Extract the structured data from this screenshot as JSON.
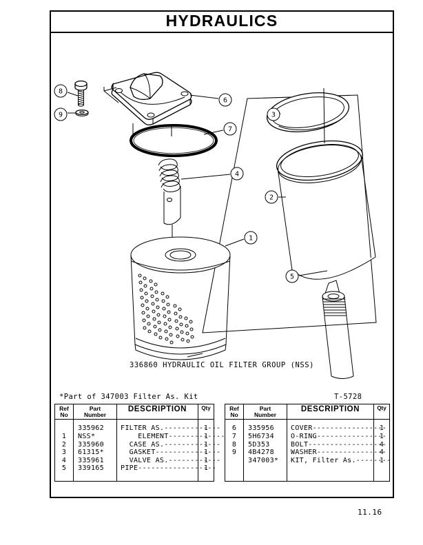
{
  "page": {
    "title": "HYDRAULICS",
    "page_number": "11.16",
    "drawing_number": "T-5728",
    "caption": "336860 HYDRAULIC OIL FILTER GROUP (NSS)",
    "footnote": "*Part of 347003 Filter As. Kit"
  },
  "diagram": {
    "callouts": [
      {
        "id": "1",
        "label": "1",
        "part": "filter-assembly"
      },
      {
        "id": "2",
        "label": "2",
        "part": "case-assembly"
      },
      {
        "id": "3",
        "label": "3",
        "part": "gasket"
      },
      {
        "id": "4",
        "label": "4",
        "part": "valve-assembly"
      },
      {
        "id": "5",
        "label": "5",
        "part": "pipe"
      },
      {
        "id": "6",
        "label": "6",
        "part": "cover"
      },
      {
        "id": "7",
        "label": "7",
        "part": "o-ring"
      },
      {
        "id": "8",
        "label": "8",
        "part": "bolt"
      },
      {
        "id": "9",
        "label": "9",
        "part": "washer"
      }
    ]
  },
  "table_left": {
    "headers": {
      "ref_line1": "Ref",
      "ref_line2": "No",
      "part_line1": "Part",
      "part_line2": "Number",
      "description": "DESCRIPTION",
      "qty": "Qty"
    },
    "rows": [
      {
        "ref": "",
        "part": "335962",
        "description": "FILTER AS.-------------",
        "qty": "1"
      },
      {
        "ref": "1",
        "part": "NSS*",
        "description": "    ELEMENT--------------",
        "qty": "1"
      },
      {
        "ref": "2",
        "part": "335960",
        "description": "  CASE AS.-------------",
        "qty": "1"
      },
      {
        "ref": "3",
        "part": "61315*",
        "description": "  GASKET---------------",
        "qty": "1"
      },
      {
        "ref": "4",
        "part": "335961",
        "description": "  VALVE AS.------------",
        "qty": "1"
      },
      {
        "ref": "5",
        "part": "339165",
        "description": "PIPE------------------",
        "qty": "1"
      }
    ]
  },
  "table_right": {
    "headers": {
      "ref_line1": "Ref",
      "ref_line2": "No",
      "part_line1": "Part",
      "part_line2": "Number",
      "description": "DESCRIPTION",
      "qty": "Qty"
    },
    "rows": [
      {
        "ref": "6",
        "part": "335956",
        "description": "COVER-----------------",
        "qty": "1"
      },
      {
        "ref": "7",
        "part": "5H6734",
        "description": "O-RING----------------",
        "qty": "1"
      },
      {
        "ref": "8",
        "part": "5D353",
        "description": "BOLT------------------",
        "qty": "4"
      },
      {
        "ref": "9",
        "part": "4B4278",
        "description": "WASHER----------------",
        "qty": "4"
      },
      {
        "ref": "",
        "part": "347003*",
        "description": "KIT, Filter As.--------",
        "qty": "1"
      }
    ]
  }
}
